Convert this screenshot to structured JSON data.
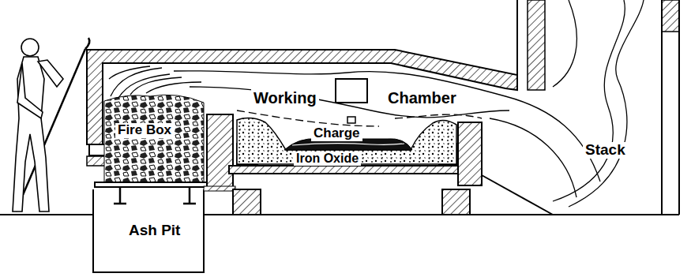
{
  "diagram": {
    "labels": [
      "Working",
      "Chamber",
      "Fire Box",
      "Charge",
      "Iron Oxide",
      "Stack",
      "Ash Pit"
    ]
  }
}
